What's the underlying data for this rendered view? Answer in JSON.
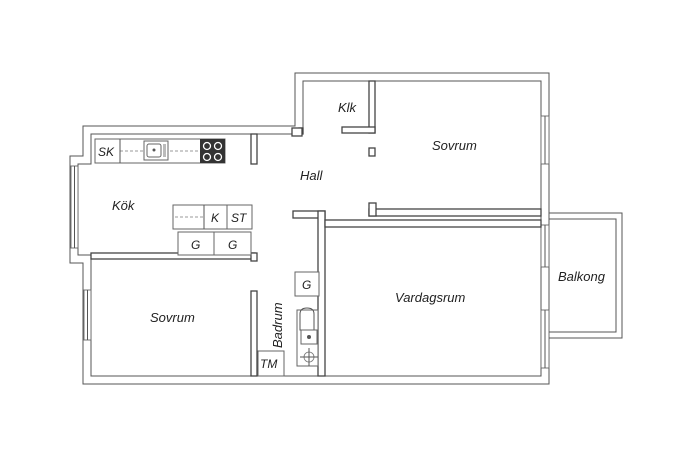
{
  "rooms": {
    "klk": "Klk",
    "sovrum_1": "Sovrum",
    "hall": "Hall",
    "kok": "Kök",
    "sovrum_2": "Sovrum",
    "badrum": "Badrum",
    "vardagsrum": "Vardagsrum",
    "balkong": "Balkong"
  },
  "fixtures": {
    "sk": "SK",
    "k": "K",
    "st": "ST",
    "g1": "G",
    "g2": "G",
    "g3": "G",
    "tm": "TM"
  },
  "colors": {
    "wall": "#444444",
    "stove": "#333333"
  }
}
